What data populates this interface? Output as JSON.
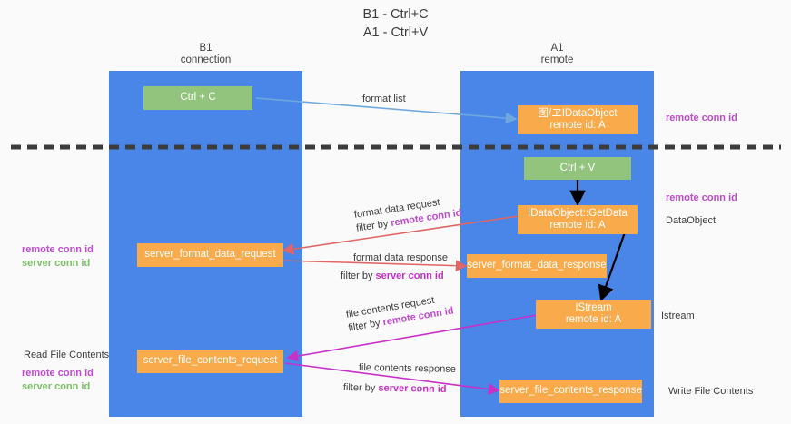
{
  "title": {
    "line1": "B1 - Ctrl+C",
    "line2": "A1 - Ctrl+V"
  },
  "lanes": [
    {
      "name": "B1",
      "subtitle": "connection"
    },
    {
      "name": "A1",
      "subtitle": "remote"
    }
  ],
  "colors": {
    "lane": "#4a86e8",
    "green_box": "#93c47d",
    "orange_box": "#f9aa4b",
    "purple_text": "#c04ad0",
    "green_text": "#7cbf6b",
    "magenta_text": "#c830c8",
    "blue_arrow": "#6fa8dc",
    "red_arrow": "#e06666",
    "black_arrow": "#000000",
    "divider": "#3c3c3c"
  },
  "boxes": {
    "ctrl_c": "Ctrl + C",
    "ctrl_v": "Ctrl + V",
    "idataobject": {
      "line1": "图/ヱIDataObject",
      "line2": "remote id: A"
    },
    "getdata": {
      "line1": "IDataObject::GetData",
      "line2": "remote id: A"
    },
    "istream": {
      "line1": "IStream",
      "line2": "remote id: A"
    },
    "server_format_data_request": "server_format_data_request",
    "server_format_data_response": "server_format_data_response",
    "server_file_contents_request": "server_file_contents_request",
    "server_file_contents_response": "server_file_contents_response"
  },
  "edge_labels": {
    "format_list": "format list",
    "format_data_request": "format data request",
    "format_data_request_filter_prefix": "filter by ",
    "format_data_request_filter_key": "remote conn id",
    "format_data_response": "format data response",
    "format_data_response_filter_prefix": "filter by ",
    "format_data_response_filter_key": "server conn id",
    "file_contents_request": "file contents request",
    "file_contents_request_filter_prefix": "filter by ",
    "file_contents_request_filter_key": "remote conn id",
    "file_contents_response": "file contents response",
    "file_contents_response_filter_prefix": "filter by ",
    "file_contents_response_filter_key": "server conn id"
  },
  "right_labels": {
    "remote_conn_id_top": "remote conn id",
    "remote_conn_id_mid": "remote conn id",
    "dataobject": "DataObject",
    "istream": "Istream",
    "write_file_contents": "Write File Contents"
  },
  "left_labels": {
    "remote_conn_id_mid": "remote conn id",
    "server_conn_id_mid": "server conn id",
    "read_file_contents": "Read File Contents",
    "remote_conn_id_bottom": "remote conn id",
    "server_conn_id_bottom": "server conn id"
  }
}
